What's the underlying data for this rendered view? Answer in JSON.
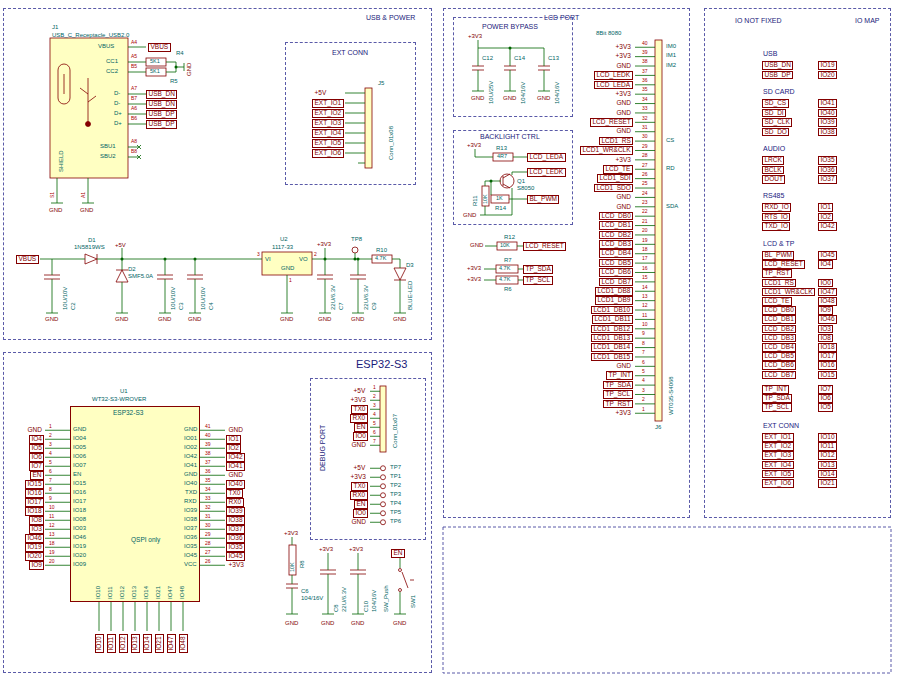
{
  "diagram": {
    "nodes": [
      {
        "text": [
          "USB & POWER"
        ]
      },
      {
        "text": [
          "EXT CONN"
        ],
        "in": 0
      },
      {
        "text": [
          "LCD PORT"
        ]
      },
      {
        "text": [
          "POWER BYPASS"
        ],
        "in": 2
      },
      {
        "text": [
          "BACKLIGHT CTRL"
        ],
        "in": 2
      },
      {
        "text": [
          "IO NOT FIXED",
          "IO MAP"
        ]
      },
      {
        "text": [
          "ESP32-S3"
        ]
      },
      {
        "text": [
          "ESP32-S3",
          "QSPI only"
        ],
        "in": 6
      },
      {
        "text": [
          "DEBUG PORT"
        ],
        "in": 6
      }
    ],
    "labels": [
      "J1",
      "USB_C_Receptacle_USB2.0",
      "VBUS",
      "CC1",
      "CC2",
      "D-",
      "D-",
      "D+",
      "D+",
      "SBU1",
      "SBU2",
      "SHIELD",
      "A4",
      "A5",
      "B5",
      "A7",
      "B7",
      "A6",
      "B6",
      "A8",
      "B8",
      "S1",
      "A1",
      "GND",
      "GND",
      "VBUS",
      "R4",
      "5K1",
      "5K1",
      "R5",
      "GND",
      "USB_DN",
      "USB_DN",
      "USB_DP",
      "USB_DP",
      "+5V",
      "EXT_IO1",
      "EXT_IO2",
      "EXT_IO3",
      "EXT_IO4",
      "EXT_IO5",
      "EXT_IO6",
      "J5",
      "Conn_01x08",
      "VBUS",
      "10U/10V",
      "C2",
      "D1",
      "1N5819WS",
      "+5V",
      "D2",
      "SMF5.0A",
      "10U/10V",
      "C3",
      "10U/10V",
      "C4",
      "U2",
      "1117-33",
      "VI",
      "VO",
      "GND",
      "3",
      "2",
      "1",
      "+3V3",
      "TP8",
      "22U/6.3V",
      "C7",
      "22U/6.3V",
      "C9",
      "R10",
      "4.7K",
      "D3",
      "BLUE-LED",
      "GND",
      "GND",
      "GND",
      "GND",
      "GND",
      "GND",
      "GND",
      "GND",
      "+3V3",
      "C12",
      "C14",
      "C13",
      "10U/25V",
      "104/16V",
      "104/16V",
      "GND",
      "GND",
      "GND",
      "+3V3",
      "R13",
      "4R7",
      "LCD_LEDA",
      "LCD_LEDK",
      "R11",
      "10K",
      "Q1",
      "S8050",
      "R14",
      "1K",
      "BL_PWM",
      "GND",
      "GND",
      "R12",
      "10K",
      "LCD_RESET",
      "+3V3",
      "R7",
      "4.7K",
      "TP_SDA",
      "+3V3",
      "4.7K",
      "TP_SCL",
      "R6",
      "8Bit 8080",
      "+3V3",
      "+3V3",
      "GND",
      "LCD_LEDK",
      "LCD_LEDA",
      "+3V3",
      "GND",
      "GND",
      "LCD_RESET",
      "GND",
      "LCD1_RS",
      "LCD1_WR&CLK",
      "+3V3",
      "LCD_TE",
      "LCD1_SDI",
      "LCD1_SDO",
      "GND",
      "GND",
      "LCD_DB0",
      "LCD_DB1",
      "LCD_DB2",
      "LCD_DB3",
      "LCD_DB4",
      "LCD_DB5",
      "LCD_DB6",
      "LCD_DB7",
      "LCD1_DB8",
      "LCD1_DB9",
      "LCD1_DB10",
      "LCD1_DB11",
      "LCD1_DB12",
      "LCD1_DB13",
      "LCD1_DB14",
      "LCD1_DB15",
      "GND",
      "TP_INT",
      "TP_SDA",
      "TP_SCL",
      "TP_RST",
      "+3V3",
      "40",
      "39",
      "38",
      "37",
      "36",
      "35",
      "34",
      "33",
      "32",
      "31",
      "30",
      "29",
      "28",
      "27",
      "26",
      "25",
      "24",
      "23",
      "22",
      "21",
      "20",
      "19",
      "18",
      "17",
      "16",
      "15",
      "14",
      "13",
      "12",
      "11",
      "10",
      "9",
      "8",
      "7",
      "6",
      "5",
      "4",
      "3",
      "2",
      "1",
      "IM0",
      "IM1",
      "IM2",
      "CS",
      "RD",
      "SDA",
      "WT035-S4068",
      "J6",
      "USB",
      "USB_DN",
      "IO19",
      "USB_DP",
      "IO20",
      "SD CARD",
      "SD_CS",
      "IO41",
      "SD_DI",
      "IO40",
      "SD_CLK",
      "IO39",
      "SD_DO",
      "IO38",
      "AUDIO",
      "LRCK",
      "IO35",
      "BCLK",
      "IO36",
      "DOUT",
      "IO37",
      "RS485",
      "RXD_IO",
      "IO1",
      "RTS_IO",
      "IO2",
      "TXD_IO",
      "IO42",
      "LCD & TP",
      "BL_PWM",
      "IO45",
      "LCD_RESET",
      "IO4",
      "TP_RST",
      "LCD1_RS",
      "IO0",
      "LCD1_WR&CLK",
      "IO47",
      "LCD_TE",
      "IO48",
      "LCD_DB0",
      "IO9",
      "LCD_DB1",
      "IO46",
      "LCD_DB2",
      "IO3",
      "LCD_DB3",
      "IO8",
      "LCD_DB4",
      "IO18",
      "LCD_DB5",
      "IO17",
      "LCD_DB6",
      "IO16",
      "LCD_DB7",
      "IO15",
      "TP_INT",
      "IO7",
      "TP_SDA",
      "IO6",
      "TP_SCL",
      "IO5",
      "EXT CONN",
      "EXT_IO1",
      "IO10",
      "EXT_IO2",
      "IO11",
      "EXT_IO3",
      "IO12",
      "EXT_IO4",
      "IO13",
      "EXT_IO5",
      "IO14",
      "EXT_IO6",
      "IO21",
      "U1",
      "WT32-S3-WROVER",
      "GND",
      "IO4",
      "IO5",
      "IO6",
      "IO7",
      "EN",
      "IO15",
      "IO16",
      "IO17",
      "IO18",
      "IO8",
      "IO3",
      "IO46",
      "IO19",
      "IO20",
      "IO9",
      "1",
      "2",
      "3",
      "4",
      "5",
      "6",
      "7",
      "8",
      "9",
      "10",
      "11",
      "12",
      "13",
      "18",
      "19",
      "20",
      "GND",
      "IO04",
      "IO05",
      "IO06",
      "IO07",
      "EN",
      "IO15",
      "IO16",
      "IO17",
      "IO18",
      "IO08",
      "IO03",
      "IO46",
      "IO19",
      "IO20",
      "IO09",
      "GND",
      "IO01",
      "IO02",
      "IO42",
      "IO41",
      "GND",
      "IO40",
      "TXD",
      "RXD",
      "IO39",
      "IO38",
      "IO37",
      "IO36",
      "IO35",
      "IO45",
      "VCC",
      "41",
      "40",
      "39",
      "38",
      "37",
      "36",
      "35",
      "34",
      "33",
      "32",
      "31",
      "30",
      "29",
      "28",
      "27",
      "26",
      "GND",
      "IO1",
      "IO2",
      "IO42",
      "IO41",
      "GND",
      "IO40",
      "TX0",
      "RX0",
      "IO39",
      "IO38",
      "IO37",
      "IO36",
      "IO35",
      "IO45",
      "+3V3",
      "IO10",
      "IO11",
      "IO12",
      "IO13",
      "IO14",
      "IO21",
      "IO47",
      "IO48",
      "IO10",
      "IO11",
      "IO12",
      "IO13",
      "IO14",
      "IO21",
      "IO47",
      "IO48",
      "+5V",
      "+3V3",
      "TX0",
      "RX0",
      "EN",
      "IO0",
      "GND",
      "1",
      "2",
      "3",
      "4",
      "5",
      "6",
      "7",
      "Conn_01x07",
      "+5V",
      "+3V3",
      "TX0",
      "RX0",
      "EN",
      "IO0",
      "GND",
      "TP7",
      "TP1",
      "TP2",
      "TP3",
      "TP4",
      "TP5",
      "TP6",
      "+3V3",
      "R8",
      "10K",
      "C6",
      "104/16V",
      "GND",
      "+3V3",
      "+3V3",
      "C8",
      "22U/6.3V",
      "C10",
      "104/16V",
      "GND",
      "GND",
      "EN",
      "SW_Push",
      "SW1",
      "GND"
    ]
  }
}
